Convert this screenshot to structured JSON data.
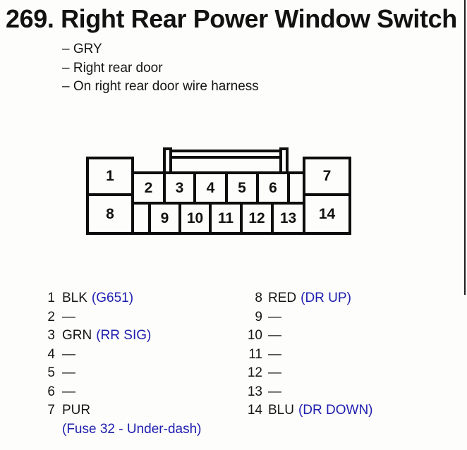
{
  "header": {
    "title": "269. Right Rear Power Window Switch",
    "notes": [
      "– GRY",
      "– Right rear door",
      "– On right rear door wire harness"
    ]
  },
  "connector": {
    "pins": [
      "1",
      "2",
      "3",
      "4",
      "5",
      "6",
      "7",
      "8",
      "9",
      "10",
      "11",
      "12",
      "13",
      "14"
    ]
  },
  "pinout": {
    "left": [
      {
        "pin": "1",
        "wire": "BLK",
        "note": "(G651)"
      },
      {
        "pin": "2",
        "wire": "—",
        "note": ""
      },
      {
        "pin": "3",
        "wire": "GRN",
        "note": "(RR SIG)"
      },
      {
        "pin": "4",
        "wire": "—",
        "note": ""
      },
      {
        "pin": "5",
        "wire": "—",
        "note": ""
      },
      {
        "pin": "6",
        "wire": "—",
        "note": ""
      },
      {
        "pin": "7",
        "wire": "PUR",
        "note": "",
        "note2": "(Fuse 32 - Under-dash)"
      }
    ],
    "right": [
      {
        "pin": "8",
        "wire": "RED",
        "note": "(DR UP)"
      },
      {
        "pin": "9",
        "wire": "—",
        "note": ""
      },
      {
        "pin": "10",
        "wire": "—",
        "note": ""
      },
      {
        "pin": "11",
        "wire": "—",
        "note": ""
      },
      {
        "pin": "12",
        "wire": "—",
        "note": ""
      },
      {
        "pin": "13",
        "wire": "—",
        "note": ""
      },
      {
        "pin": "14",
        "wire": "BLU",
        "note": "(DR DOWN)"
      }
    ]
  },
  "colors": {
    "note_blue": "#1d1daf",
    "text_black": "#161616",
    "line_black": "#0d0d0d"
  }
}
